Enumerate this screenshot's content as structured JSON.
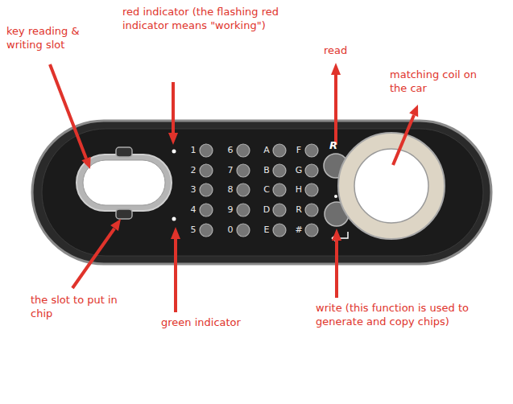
{
  "diagram": {
    "labels": [
      "key reading & writing slot",
      "red indicator (the flashing red indicator means \"working\")",
      "read",
      "matching coil on the car",
      "the slot to put in chip",
      "green indicator",
      "write (this function is used to generate and copy chips)",
      "1",
      "6",
      "A",
      "F",
      "2",
      "7",
      "B",
      "G",
      "3",
      "8",
      "C",
      "H",
      "4",
      "9",
      "D",
      "R",
      "5",
      "0",
      "E",
      "#",
      "R"
    ]
  }
}
